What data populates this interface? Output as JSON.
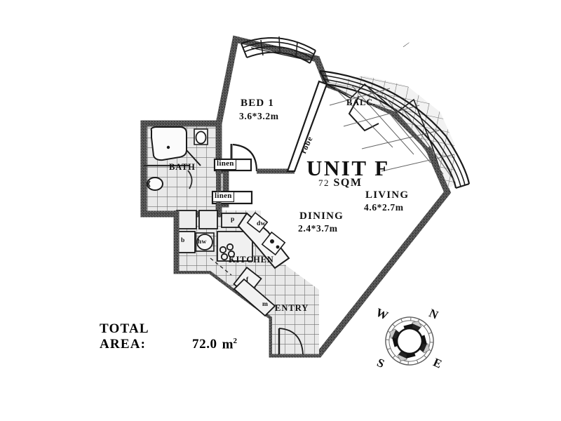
{
  "document": {
    "type": "apartment-floor-plan",
    "unit_title": "UNIT F",
    "unit_area_label": "72 SQM",
    "unit_area_number": "72",
    "unit_area_unit": "SQM"
  },
  "rooms": [
    {
      "id": "bed1",
      "name": "BED 1",
      "dimensions": "3.6*3.2m"
    },
    {
      "id": "living",
      "name": "LIVING",
      "dimensions": "4.6*2.7m"
    },
    {
      "id": "dining",
      "name": "DINING",
      "dimensions": "2.4*3.7m"
    },
    {
      "id": "bath",
      "name": "BATH",
      "dimensions": ""
    },
    {
      "id": "kitchen",
      "name": "KITCHEN",
      "dimensions": ""
    },
    {
      "id": "entry",
      "name": "ENTRY",
      "dimensions": ""
    },
    {
      "id": "balcony",
      "name": "BALC.",
      "dimensions": ""
    }
  ],
  "labels": {
    "bed1_name": "BED 1",
    "bed1_dim": "3.6*3.2m",
    "living_name": "LIVING",
    "living_dim": "4.6*2.7m",
    "dining_name": "DINING",
    "dining_dim": "2.4*3.7m",
    "bath_name": "BATH",
    "kitchen_name": "KITCHEN",
    "entry_name": "ENTRY",
    "balcony_name": "BALC.",
    "robe": "robe",
    "linen_upper": "linen",
    "linen_lower": "linen",
    "pantry": "p",
    "dishwasher": "dw",
    "fridge": "f",
    "microwave": "m",
    "basin": "b",
    "hotwater": "hw"
  },
  "total_area": {
    "label_line1": "TOTAL",
    "label_line2": "AREA:",
    "value": "72.0",
    "unit": "m",
    "unit_superscript": "2"
  },
  "compass": {
    "north": "N",
    "east": "E",
    "south": "S",
    "west": "W"
  },
  "colors": {
    "background": "#ffffff",
    "ink": "#1a1a1a",
    "wall_fill": "#4a4a4a",
    "tile_fill": "#e6e6e6",
    "tile_line": "#6b6b6b"
  }
}
